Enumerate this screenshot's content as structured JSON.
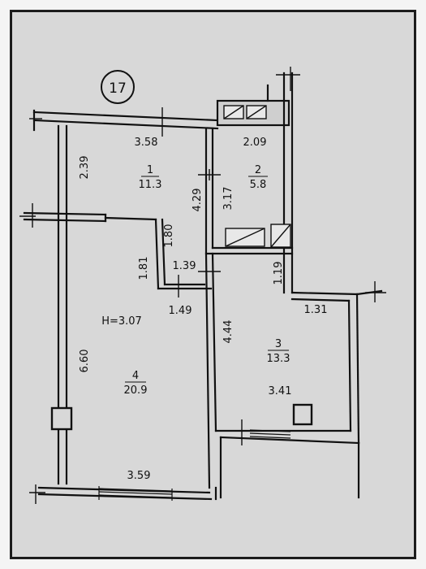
{
  "plan": {
    "apartment_number": "17",
    "ceiling_height": "H=3.07",
    "rooms": [
      {
        "number": "1",
        "area": "11.3"
      },
      {
        "number": "2",
        "area": "5.8"
      },
      {
        "number": "3",
        "area": "13.3"
      },
      {
        "number": "4",
        "area": "20.9"
      }
    ],
    "dimensions": {
      "d_3_58": "3.58",
      "d_2_09": "2.09",
      "d_2_39": "2.39",
      "d_4_29": "4.29",
      "d_3_17": "3.17",
      "d_1_80": "1.80",
      "d_1_81": "1.81",
      "d_1_39": "1.39",
      "d_1_49": "1.49",
      "d_1_19": "1.19",
      "d_1_31": "1.31",
      "d_4_44": "4.44",
      "d_6_60": "6.60",
      "d_3_41": "3.41",
      "d_3_59": "3.59"
    }
  },
  "colors": {
    "paper": "#d8d8d8",
    "ink": "#111111"
  }
}
